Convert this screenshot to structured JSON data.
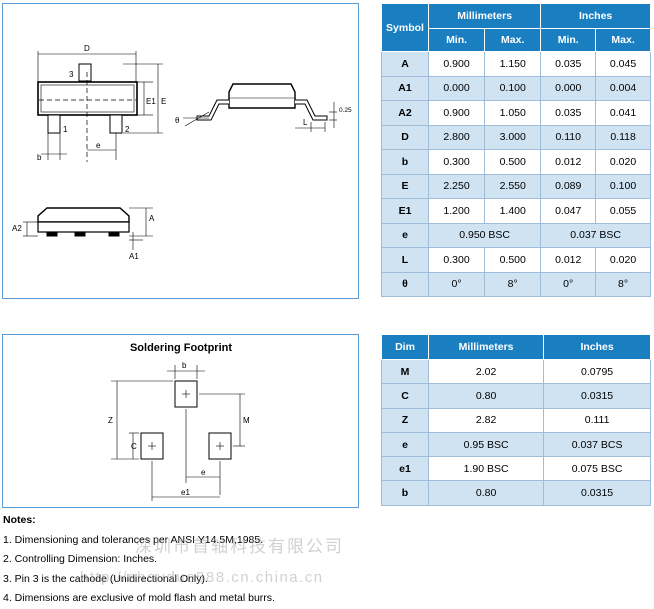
{
  "package_drawing": {
    "labels": {
      "D": "D",
      "E1": "E1",
      "E": "E",
      "b": "b",
      "e": "e",
      "pin1": "1",
      "pin2": "2",
      "pin3": "3",
      "theta": "θ",
      "L": "L",
      "gauge": "0.25",
      "A": "A",
      "A2": "A2",
      "A1": "A1"
    }
  },
  "dimensions_table": {
    "headers": {
      "symbol": "Symbol",
      "mm": "Millimeters",
      "in": "Inches",
      "min": "Min.",
      "max": "Max."
    },
    "rows": [
      {
        "sym": "A",
        "mm_min": "0.900",
        "mm_max": "1.150",
        "in_min": "0.035",
        "in_max": "0.045"
      },
      {
        "sym": "A1",
        "mm_min": "0.000",
        "mm_max": "0.100",
        "in_min": "0.000",
        "in_max": "0.004"
      },
      {
        "sym": "A2",
        "mm_min": "0.900",
        "mm_max": "1.050",
        "in_min": "0.035",
        "in_max": "0.041"
      },
      {
        "sym": "D",
        "mm_min": "2.800",
        "mm_max": "3.000",
        "in_min": "0.110",
        "in_max": "0.118"
      },
      {
        "sym": "b",
        "mm_min": "0.300",
        "mm_max": "0.500",
        "in_min": "0.012",
        "in_max": "0.020"
      },
      {
        "sym": "E",
        "mm_min": "2.250",
        "mm_max": "2.550",
        "in_min": "0.089",
        "in_max": "0.100"
      },
      {
        "sym": "E1",
        "mm_min": "1.200",
        "mm_max": "1.400",
        "in_min": "0.047",
        "in_max": "0.055"
      },
      {
        "sym": "e",
        "mm_bsc": "0.950 BSC",
        "in_bsc": "0.037 BSC"
      },
      {
        "sym": "L",
        "mm_min": "0.300",
        "mm_max": "0.500",
        "in_min": "0.012",
        "in_max": "0.020"
      },
      {
        "sym": "θ",
        "mm_min": "0°",
        "mm_max": "8°",
        "in_min": "0°",
        "in_max": "8°"
      }
    ]
  },
  "footprint_drawing": {
    "title": "Soldering Footprint",
    "labels": {
      "b": "b",
      "Z": "Z",
      "M": "M",
      "C": "C",
      "e": "e",
      "e1": "e1"
    }
  },
  "footprint_table": {
    "headers": {
      "dim": "Dim",
      "mm": "Millimeters",
      "in": "Inches"
    },
    "rows": [
      {
        "dim": "M",
        "mm": "2.02",
        "in": "0.0795"
      },
      {
        "dim": "C",
        "mm": "0.80",
        "in": "0.0315"
      },
      {
        "dim": "Z",
        "mm": "2.82",
        "in": "0.111"
      },
      {
        "dim": "e",
        "mm": "0.95 BSC",
        "in": "0.037 BCS"
      },
      {
        "dim": "e1",
        "mm": "1.90 BSC",
        "in": "0.075 BSC"
      },
      {
        "dim": "b",
        "mm": "0.80",
        "in": "0.0315"
      }
    ]
  },
  "notes": {
    "title": "Notes:",
    "items": [
      "1. Dimensioning and tolerances per ANSI Y14.5M,1985.",
      "2. Controlling Dimension: Inches.",
      "3. Pin 3 is the cathode (Unidirectional Only).",
      "4. Dimensions are exclusive of mold flash and metal burrs."
    ]
  },
  "watermark": {
    "line1": "深圳市首轴科技有限公司",
    "line2": "http://shouduo588.cn.china.cn"
  }
}
